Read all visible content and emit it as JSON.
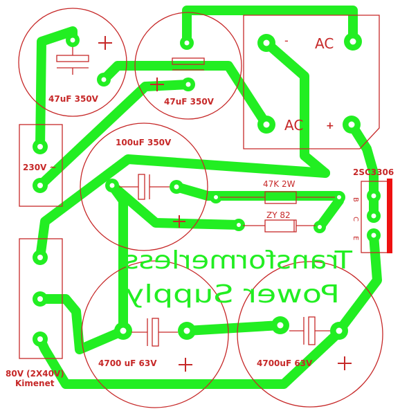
{
  "title": [
    "Transformerless",
    "Power Supply"
  ],
  "colors": {
    "trace": "#22ee22",
    "silk": "#c62828",
    "board": "#ffffff"
  },
  "components": {
    "c1": {
      "label": "47uF 350V",
      "plus": "+"
    },
    "c2": {
      "label": "47uF 350V",
      "plus": "+"
    },
    "c3": {
      "label": "100uF 350V",
      "plus": "+"
    },
    "c4": {
      "label": "4700 uF 63V",
      "plus": "+"
    },
    "c5": {
      "label": "4700uF 63V",
      "plus": "+"
    },
    "resistor": {
      "label": "47K 2W"
    },
    "zener": {
      "label": "ZY 82"
    },
    "transistor": {
      "label": "2SC3306",
      "pins": [
        "B",
        "C",
        "E"
      ]
    },
    "bridge": {
      "ac1": "AC",
      "ac2": "AC",
      "minus": "-",
      "plus": "+"
    },
    "input": {
      "label": "230V ~"
    },
    "output": {
      "label": [
        "80V (2X40V)",
        "Kimenet"
      ]
    }
  }
}
